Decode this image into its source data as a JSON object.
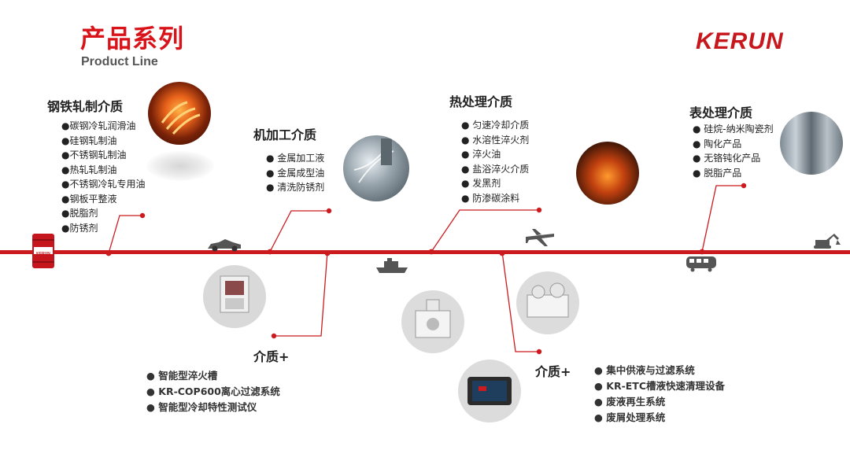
{
  "header": {
    "title": "产品系列",
    "subtitle": "Product Line",
    "logo": "KERUN"
  },
  "barrel": {
    "label": "KERUN"
  },
  "steel": {
    "title": "钢铁轧制介质",
    "items": [
      "●碳钢冷轧润滑油",
      "●硅钢轧制油",
      "●不锈钢轧制油",
      "●热轧轧制油",
      "●不锈钢冷轧专用油",
      "●钢板平整液",
      "●脱脂剂",
      "●防锈剂"
    ]
  },
  "machining": {
    "title": "机加工介质",
    "items": [
      "● 金属加工液",
      "● 金属成型油",
      "● 清洗防锈剂"
    ]
  },
  "heat": {
    "title": "热处理介质",
    "items": [
      "● 匀速冷却介质",
      "● 水溶性淬火剂",
      "● 淬火油",
      "● 盐浴淬火介质",
      "● 发黑剂",
      "● 防渗碳涂料"
    ]
  },
  "surface": {
    "title": "表处理介质",
    "items": [
      "● 硅烷-纳米陶瓷剂",
      "● 陶化产品",
      "● 无铬钝化产品",
      "● 脱脂产品"
    ]
  },
  "plus1": {
    "title": "介质+",
    "items": [
      "● 智能型淬火槽",
      "● KR-COP600离心过滤系统",
      "● 智能型冷却特性测试仪"
    ]
  },
  "plus2": {
    "title": "介质+",
    "items": [
      "● 集中供液与过滤系统",
      "● KR-ETC槽液快速清理设备",
      "● 废液再生系统",
      "● 废屑处理系统"
    ]
  },
  "colors": {
    "accent": "#cc1b1f",
    "title": "#d9131a"
  }
}
